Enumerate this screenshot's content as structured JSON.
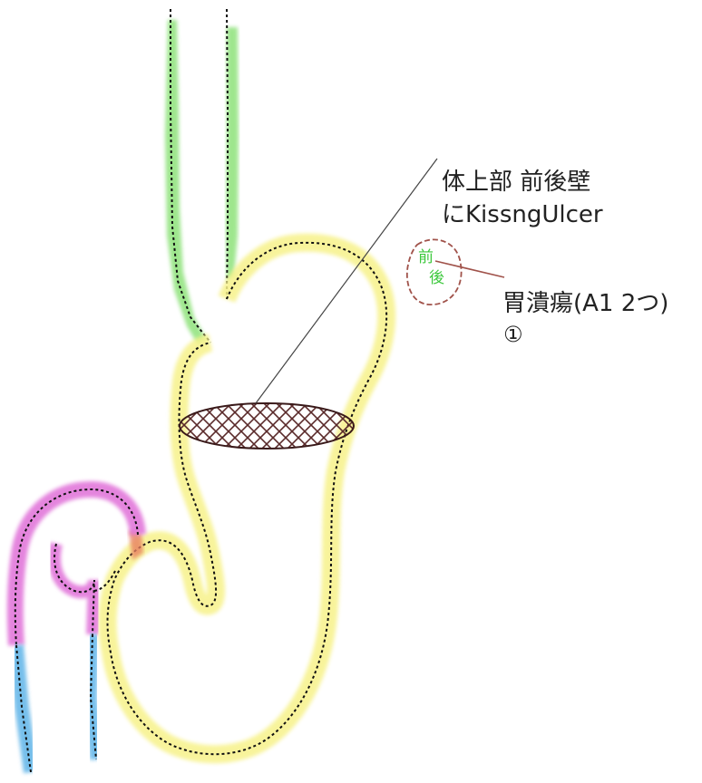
{
  "annotations": {
    "site_label": "体上部 前後壁",
    "kissing_label": "にKissngUlcer",
    "ulcer_label": "胃潰瘍(A1 2つ)",
    "ulcer_number": "①",
    "orientation_front": "前",
    "orientation_back": "後"
  },
  "colors": {
    "esophagus": "#8ee27a",
    "stomach": "#f7f28a",
    "duodenum_bulb": "#e070d8",
    "duodenum_descending": "#5fb4e8",
    "pylorus": "#e88060",
    "ulcer_hatch": "#5a2a2a",
    "leader_line": "#444444",
    "ulcer_marker": "#a0524a",
    "orientation_text": "#3cc83c"
  }
}
